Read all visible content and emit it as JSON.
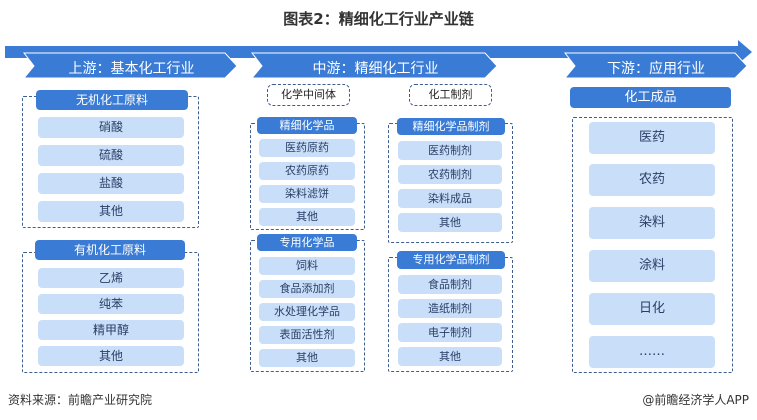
{
  "title": "图表2：精细化工行业产业链",
  "colors": {
    "arrow": "#3a7bd5",
    "header": "#3a7bd5",
    "item_bg": "#c9def8",
    "item_text": "#2a3f66",
    "dash": "#3d5d8f"
  },
  "stages": {
    "upstream": {
      "label": "上游：基本化工行业",
      "groups": [
        {
          "header": "无机化工原料",
          "items": [
            "硝酸",
            "硫酸",
            "盐酸",
            "其他"
          ]
        },
        {
          "header": "有机化工原料",
          "items": [
            "乙烯",
            "纯苯",
            "精甲醇",
            "其他"
          ]
        }
      ]
    },
    "midstream": {
      "label": "中游：精细化工行业",
      "columns": [
        {
          "tag": "化学中间体",
          "groups": [
            {
              "header": "精细化学品",
              "items": [
                "医药原药",
                "农药原药",
                "染料滤饼",
                "其他"
              ]
            },
            {
              "header": "专用化学品",
              "items": [
                "饲料",
                "食品添加剂",
                "水处理化学品",
                "表面活性剂",
                "其他"
              ]
            }
          ]
        },
        {
          "tag": "化工制剂",
          "groups": [
            {
              "header": "精细化学品制剂",
              "items": [
                "医药制剂",
                "农药制剂",
                "染料成品",
                "其他"
              ]
            },
            {
              "header": "专用化学品制剂",
              "items": [
                "食品制剂",
                "造纸制剂",
                "电子制剂",
                "其他"
              ]
            }
          ]
        }
      ]
    },
    "downstream": {
      "label": "下游：应用行业",
      "header": "化工成品",
      "items": [
        "医药",
        "农药",
        "染料",
        "涂料",
        "日化",
        "……"
      ]
    }
  },
  "footer": {
    "source": "资料来源：前瞻产业研究院",
    "credit": "@前瞻经济学人APP"
  }
}
